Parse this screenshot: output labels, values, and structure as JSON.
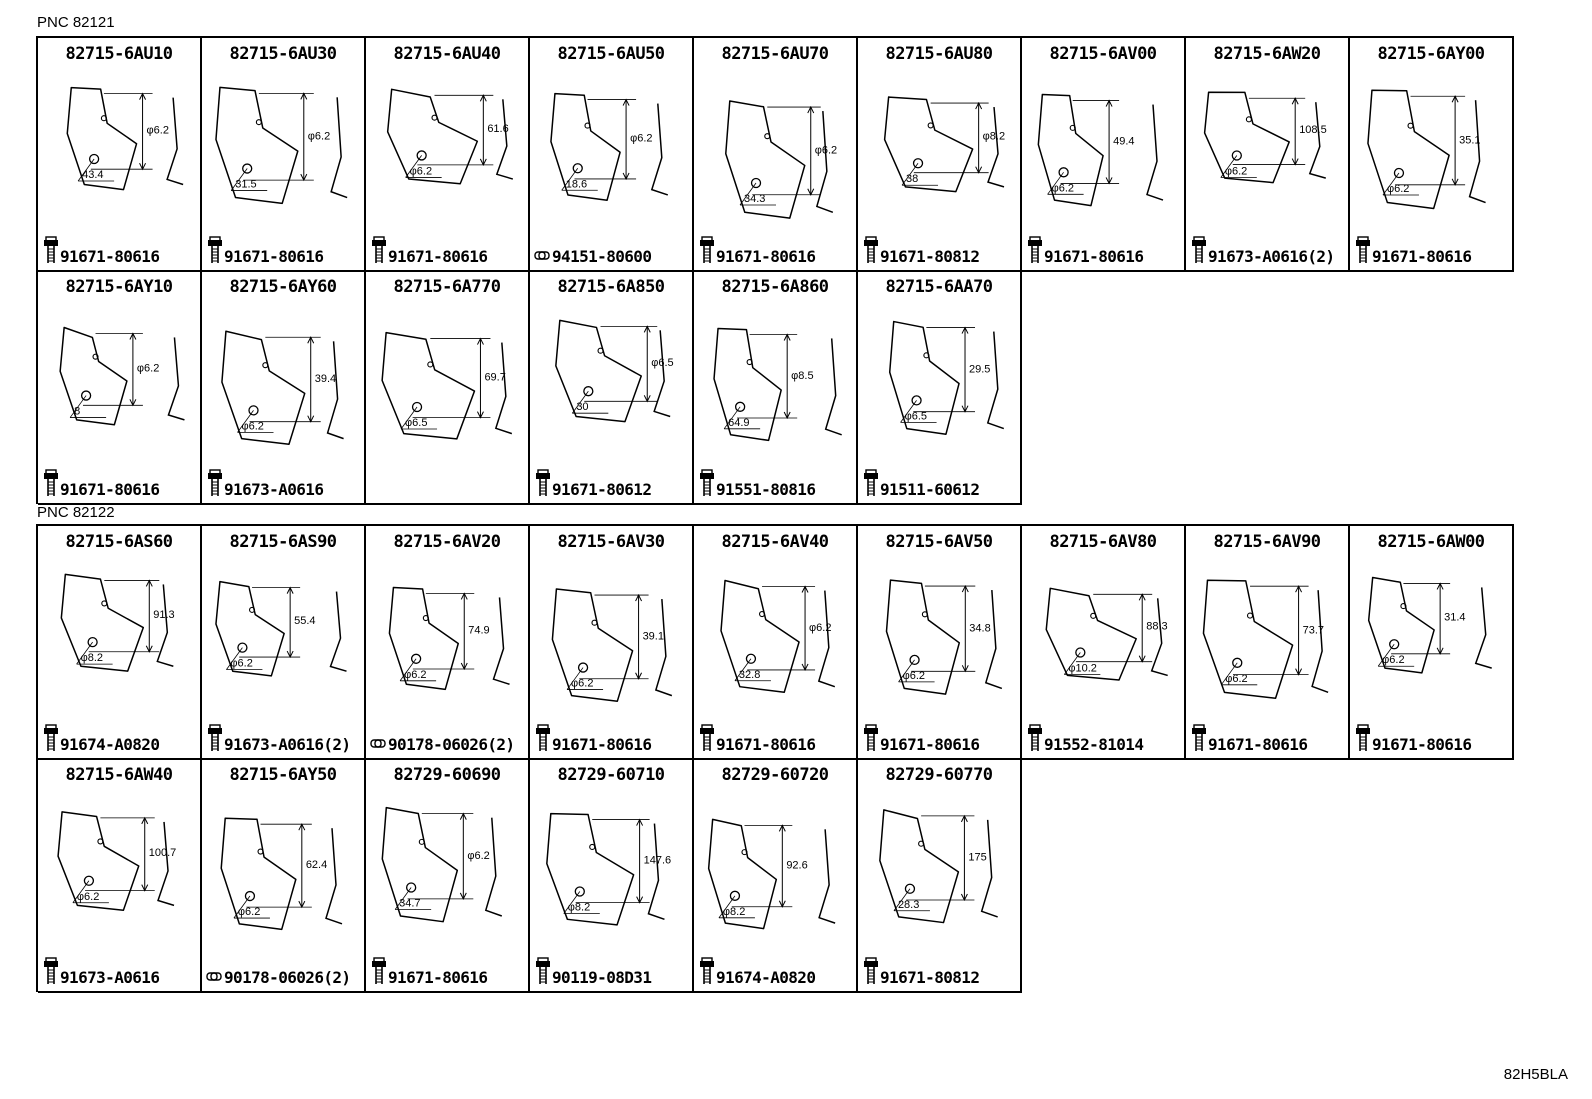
{
  "sections": [
    {
      "pnc": "PNC 82121",
      "rows": [
        [
          {
            "part": "82715-6AU10",
            "fastener": "91671-80616",
            "fastener_type": "bolt",
            "dims": [
              "φ6.2",
              "43.4"
            ]
          },
          {
            "part": "82715-6AU30",
            "fastener": "91671-80616",
            "fastener_type": "bolt",
            "dims": [
              "φ6.2",
              "31.5"
            ]
          },
          {
            "part": "82715-6AU40",
            "fastener": "91671-80616",
            "fastener_type": "bolt",
            "dims": [
              "61.6",
              "φ6.2"
            ]
          },
          {
            "part": "82715-6AU50",
            "fastener": "94151-80600",
            "fastener_type": "nut",
            "dims": [
              "φ6.2",
              "18.6"
            ]
          },
          {
            "part": "82715-6AU70",
            "fastener": "91671-80616",
            "fastener_type": "bolt",
            "dims": [
              "φ6.2",
              "34.3"
            ]
          },
          {
            "part": "82715-6AU80",
            "fastener": "91671-80812",
            "fastener_type": "bolt",
            "dims": [
              "φ8.2",
              "38"
            ]
          },
          {
            "part": "82715-6AV00",
            "fastener": "91671-80616",
            "fastener_type": "bolt",
            "dims": [
              "49.4",
              "φ6.2"
            ]
          },
          {
            "part": "82715-6AW20",
            "fastener": "91673-A0616(2)",
            "fastener_type": "bolt",
            "dims": [
              "108.5",
              "φ6.2"
            ]
          },
          {
            "part": "82715-6AY00",
            "fastener": "91671-80616",
            "fastener_type": "bolt",
            "dims": [
              "35.1",
              "φ6.2"
            ]
          }
        ],
        [
          {
            "part": "82715-6AY10",
            "fastener": "91671-80616",
            "fastener_type": "bolt",
            "dims": [
              "φ6.2",
              "8"
            ]
          },
          {
            "part": "82715-6AY60",
            "fastener": "91673-A0616",
            "fastener_type": "bolt",
            "dims": [
              "39.4",
              "φ6.2"
            ]
          },
          {
            "part": "82715-6A770",
            "fastener": "",
            "fastener_type": "none",
            "dims": [
              "69.7",
              "φ6.5"
            ]
          },
          {
            "part": "82715-6A850",
            "fastener": "91671-80612",
            "fastener_type": "bolt",
            "dims": [
              "φ6.5",
              "30"
            ]
          },
          {
            "part": "82715-6A860",
            "fastener": "91551-80816",
            "fastener_type": "bolt",
            "dims": [
              "φ8.5",
              "64.9"
            ]
          },
          {
            "part": "82715-6AA70",
            "fastener": "91511-60612",
            "fastener_type": "bolt",
            "dims": [
              "29.5",
              "φ6.5"
            ]
          }
        ]
      ]
    },
    {
      "pnc": "PNC 82122",
      "rows": [
        [
          {
            "part": "82715-6AS60",
            "fastener": "91674-A0820",
            "fastener_type": "bolt",
            "dims": [
              "91.3",
              "φ8.2"
            ]
          },
          {
            "part": "82715-6AS90",
            "fastener": "91673-A0616(2)",
            "fastener_type": "bolt",
            "dims": [
              "55.4",
              "φ6.2"
            ]
          },
          {
            "part": "82715-6AV20",
            "fastener": "90178-06026(2)",
            "fastener_type": "nut",
            "dims": [
              "74.9",
              "φ6.2"
            ]
          },
          {
            "part": "82715-6AV30",
            "fastener": "91671-80616",
            "fastener_type": "bolt",
            "dims": [
              "39.1",
              "φ6.2"
            ]
          },
          {
            "part": "82715-6AV40",
            "fastener": "91671-80616",
            "fastener_type": "bolt",
            "dims": [
              "φ6.2",
              "32.8"
            ]
          },
          {
            "part": "82715-6AV50",
            "fastener": "91671-80616",
            "fastener_type": "bolt",
            "dims": [
              "34.8",
              "φ6.2"
            ]
          },
          {
            "part": "82715-6AV80",
            "fastener": "91552-81014",
            "fastener_type": "bolt",
            "dims": [
              "88.3",
              "φ10.2"
            ]
          },
          {
            "part": "82715-6AV90",
            "fastener": "91671-80616",
            "fastener_type": "bolt",
            "dims": [
              "73.7",
              "φ6.2"
            ]
          },
          {
            "part": "82715-6AW00",
            "fastener": "91671-80616",
            "fastener_type": "bolt",
            "dims": [
              "31.4",
              "φ6.2"
            ]
          }
        ],
        [
          {
            "part": "82715-6AW40",
            "fastener": "91673-A0616",
            "fastener_type": "bolt",
            "dims": [
              "100.7",
              "φ6.2"
            ]
          },
          {
            "part": "82715-6AY50",
            "fastener": "90178-06026(2)",
            "fastener_type": "nut",
            "dims": [
              "62.4",
              "φ6.2"
            ]
          },
          {
            "part": "82729-60690",
            "fastener": "91671-80616",
            "fastener_type": "bolt",
            "dims": [
              "φ6.2",
              "34.7"
            ]
          },
          {
            "part": "82729-60710",
            "fastener": "90119-08D31",
            "fastener_type": "bolt",
            "dims": [
              "147.6",
              "φ8.2"
            ]
          },
          {
            "part": "82729-60720",
            "fastener": "91674-A0820",
            "fastener_type": "bolt",
            "dims": [
              "92.6",
              "φ8.2"
            ]
          },
          {
            "part": "82729-60770",
            "fastener": "91671-80812",
            "fastener_type": "bolt",
            "dims": [
              "175",
              "28.3"
            ]
          }
        ]
      ]
    }
  ],
  "diagram_code": "82H5BLA"
}
